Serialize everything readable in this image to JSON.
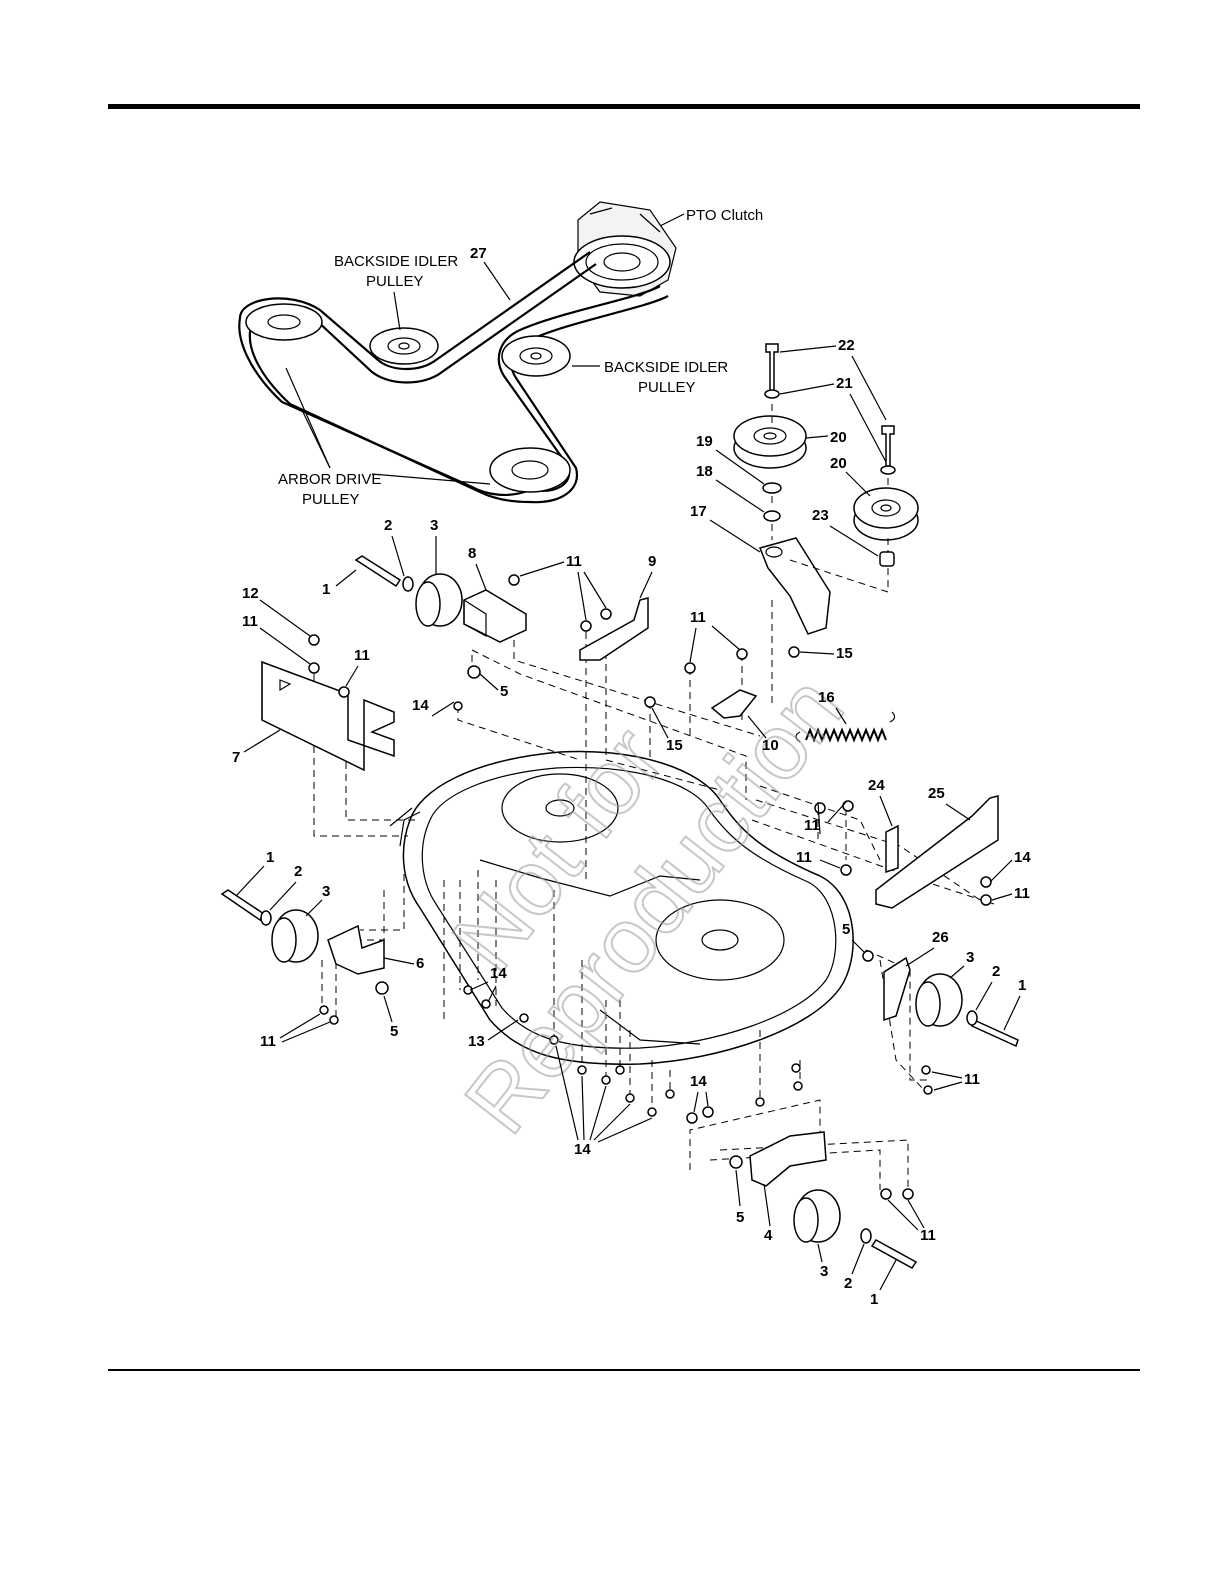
{
  "labels": {
    "pto_clutch": "PTO Clutch",
    "backside_idler_1_l1": "BACKSIDE IDLER",
    "backside_idler_1_l2": "PULLEY",
    "backside_idler_2_l1": "BACKSIDE IDLER",
    "backside_idler_2_l2": "PULLEY",
    "arbor_drive_l1": "ARBOR DRIVE",
    "arbor_drive_l2": "PULLEY"
  },
  "watermark": {
    "line1": "Not for",
    "line2": "Reproduction"
  },
  "callouts": {
    "c27": "27",
    "c22": "22",
    "c21": "21",
    "c20a": "20",
    "c19": "19",
    "c20b": "20",
    "c18": "18",
    "c17": "17",
    "c23": "23",
    "c2a": "2",
    "c3a": "3",
    "c8": "8",
    "c11a": "11",
    "c9": "9",
    "c1a": "1",
    "c12": "12",
    "c11b": "11",
    "c11c": "11",
    "c11d": "11",
    "c15a": "15",
    "c5a": "5",
    "c16": "16",
    "c14a": "14",
    "c15b": "15",
    "c10": "10",
    "c7": "7",
    "c11e": "11",
    "c24": "24",
    "c25": "25",
    "c11f": "11",
    "c14b": "14",
    "c11g": "11",
    "c1b": "1",
    "c2b": "2",
    "c3b": "3",
    "c5b": "5",
    "c26": "26",
    "c6": "6",
    "c3c": "3",
    "c2c": "2",
    "c1c": "1",
    "c14c": "14",
    "c11h": "11",
    "c5c": "5",
    "c13": "13",
    "c11i": "11",
    "c14d": "14",
    "c14e": "14",
    "c5d": "5",
    "c4": "4",
    "c11j": "11",
    "c3d": "3",
    "c2d": "2",
    "c1d": "1"
  }
}
